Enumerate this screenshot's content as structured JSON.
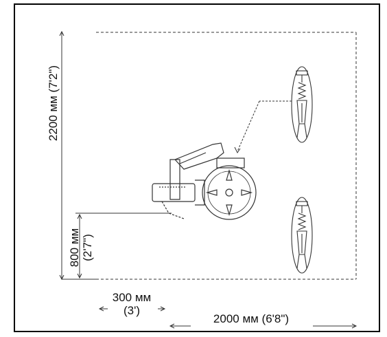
{
  "dimensions": {
    "height": "2200 мм (7'2\")",
    "offset_line1": "800 мм",
    "offset_line2": "(2'7\")",
    "side_line1": "300 мм",
    "side_line2": "(3')",
    "width": "2000 мм (6'8\")"
  },
  "colors": {
    "frame": "#000000",
    "lines": "#333333",
    "text": "#111111"
  },
  "icons": [
    "lift-machine-icon",
    "rotor-icon",
    "anchor-bolt-icon"
  ]
}
